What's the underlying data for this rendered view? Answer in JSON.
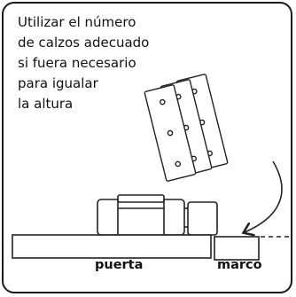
{
  "instruction": {
    "lines": [
      "Utilizar el número",
      "de calzos adecuado",
      "si fuera necesario",
      "para igualar",
      "la altura"
    ]
  },
  "labels": {
    "door": "puerta",
    "frame": "marco"
  }
}
